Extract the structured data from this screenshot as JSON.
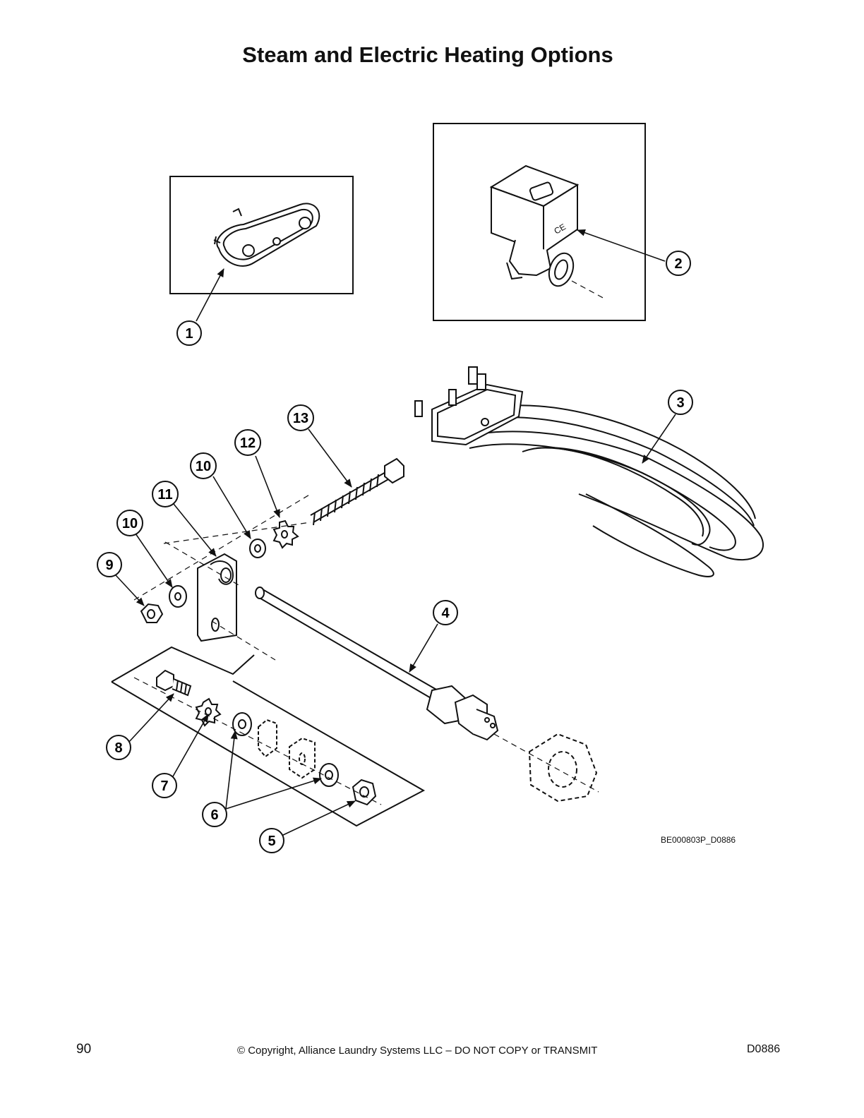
{
  "title": "Steam and Electric Heating Options",
  "figure_code": "BE000803P_D0886",
  "callouts": [
    "1",
    "2",
    "3",
    "4",
    "5",
    "6",
    "7",
    "8",
    "9",
    "10",
    "10",
    "11",
    "12",
    "13"
  ],
  "footer": {
    "page_number": "90",
    "copyright": "© Copyright, Alliance Laundry Systems LLC – DO NOT COPY or TRANSMIT",
    "doc_id": "D0886"
  }
}
